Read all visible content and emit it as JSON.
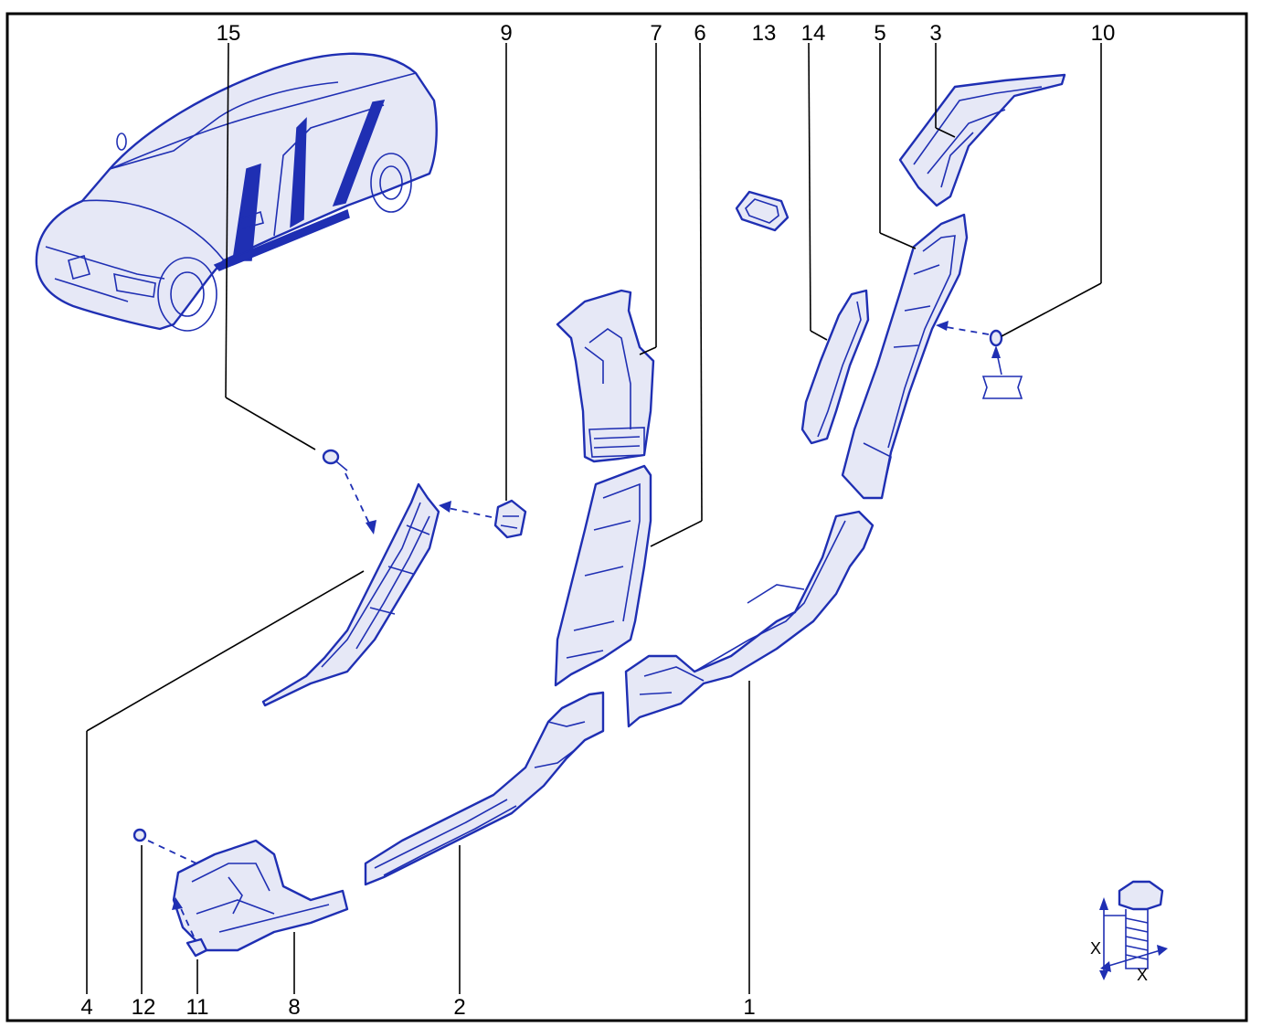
{
  "callouts": {
    "n1": "1",
    "n2": "2",
    "n3": "3",
    "n4": "4",
    "n5": "5",
    "n6": "6",
    "n7": "7",
    "n8": "8",
    "n9": "9",
    "n10": "10",
    "n11": "11",
    "n12": "12",
    "n13": "13",
    "n14": "14",
    "n15": "15"
  },
  "bolt_legend": {
    "x_vertical": "X",
    "x_horizontal": "X"
  },
  "colors": {
    "line": "#1f2fb3",
    "fill": "#e6e8f6",
    "text": "#000000",
    "border": "#000000"
  }
}
